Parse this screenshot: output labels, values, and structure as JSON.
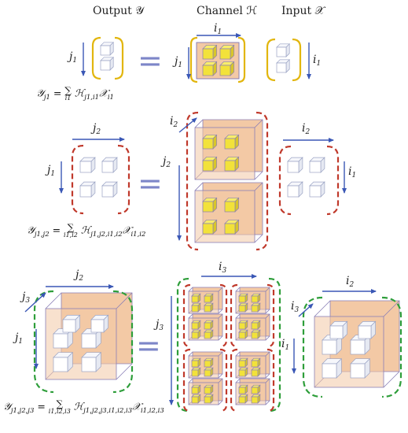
{
  "headers": {
    "output": "Output 𝒴",
    "channel": "Channel ℋ",
    "input": "Input 𝒳"
  },
  "index_labels": {
    "i1": "i",
    "i2": "i",
    "i3": "i",
    "j1": "j",
    "j2": "j",
    "j3": "j",
    "sub1": "1",
    "sub2": "2",
    "sub3": "3"
  },
  "equations": {
    "row1": {
      "lhs": "𝒴",
      "lhs_sub": "j1",
      "sum_over": "i1",
      "rhs": "ℋ",
      "rhs_sub": "j1,i1",
      "rhs2": "𝒳",
      "rhs2_sub": "i1"
    },
    "row2": {
      "lhs": "𝒴",
      "lhs_sub": "j1,j2",
      "sum_over": "i1,i2",
      "rhs": "ℋ",
      "rhs_sub": "j1,j2,i1,i2",
      "rhs2": "𝒳",
      "rhs2_sub": "i1,i2"
    },
    "row3": {
      "lhs": "𝒴",
      "lhs_sub": "j1,j2,j3",
      "sum_over": "i1,i2,i3",
      "rhs": "ℋ",
      "rhs_sub": "j1,j2,j3,i1,i2,i3",
      "rhs2": "𝒳",
      "rhs2_sub": "i1,i2,i3"
    }
  },
  "symbols": {
    "equals": "=",
    "sum": "∑"
  },
  "colors": {
    "arrow": "#3a57b5",
    "bracket_row1": "#e2b60e",
    "bracket_row2": "#c0392b",
    "bracket_row3": "#2e9e3a",
    "cube_yellow": "#f2e23a",
    "channel_fill": "#f3c9a5",
    "channel_edge": "#8a7fb6",
    "equals": "#7d86c8"
  }
}
